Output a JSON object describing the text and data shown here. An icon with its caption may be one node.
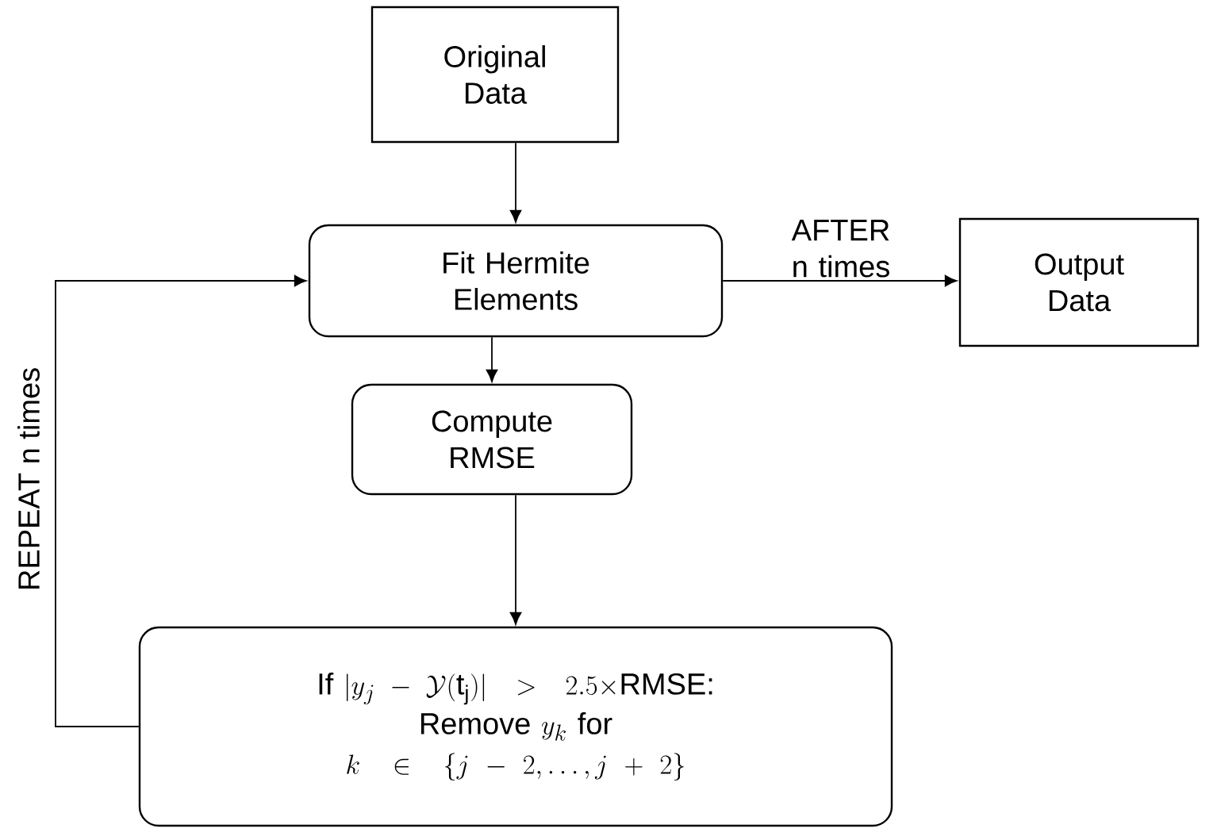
{
  "diagram": {
    "nodes": [
      {
        "text": [
          "Original Data"
        ]
      },
      {
        "text": [
          "Fit Hermite Elements"
        ]
      },
      {
        "text": [
          "Output Data"
        ]
      },
      {
        "text": [
          "Compute RMSE"
        ]
      },
      {
        "text": [
          "\\text{If } |y_j - \\mathcal{Y}(\\mathrm{t_j})| > 2.5{\\times}\\text{RMSE:}",
          "\\text{Remove } y_k \\text{ for}",
          "k \\in \\{j-2, \\ldots, j+2\\}"
        ]
      }
    ],
    "edges": [
      {
        "from": 0,
        "to": 1,
        "arrow": "to"
      },
      {
        "from": 1,
        "to": 2,
        "arrow": "to",
        "label": "AFTER n times"
      },
      {
        "from": 1,
        "to": 3,
        "arrow": "to"
      },
      {
        "from": 3,
        "to": 4,
        "arrow": "to"
      },
      {
        "from": 4,
        "to": 1,
        "arrow": "to",
        "label": "REPEAT n times"
      }
    ]
  }
}
